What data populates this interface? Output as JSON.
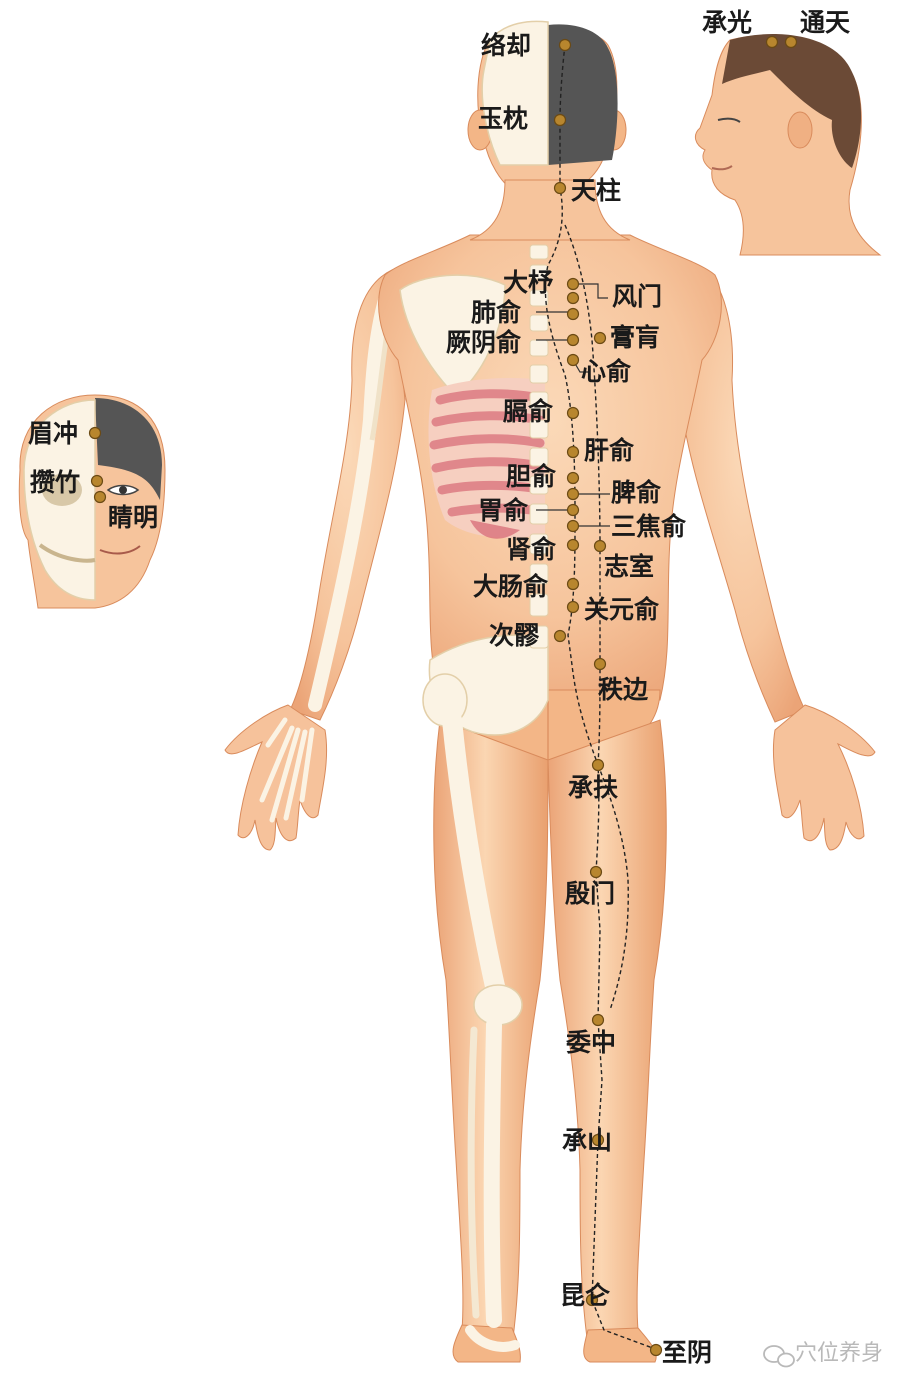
{
  "labels": {
    "luoque": "络却",
    "yuzhen": "玉枕",
    "tianzhu": "天柱",
    "chengguang": "承光",
    "tongtian": "通天",
    "meichong": "眉冲",
    "cuanzhu": "攒竹",
    "jingming": "睛明",
    "dazhu": "大杼",
    "fengmen": "风门",
    "feishu": "肺俞",
    "gaohuang": "膏肓",
    "jueyinshu": "厥阴俞",
    "xinshu": "心俞",
    "geshu": "膈俞",
    "ganshu": "肝俞",
    "danshu": "胆俞",
    "pishu": "脾俞",
    "weishu": "胃俞",
    "sanjiaoshu": "三焦俞",
    "shenshu": "肾俞",
    "zhishi": "志室",
    "dachangshu": "大肠俞",
    "guanyuanshu": "关元俞",
    "ciliao": "次髎",
    "zhibian": "秩边",
    "chengfu": "承扶",
    "yinmen": "殷门",
    "weizhong": "委中",
    "chengshan": "承山",
    "kunlun": "昆仑",
    "zhiyin": "至阴"
  },
  "watermark": "穴位养身",
  "colors": {
    "skin": "#f6c49c",
    "skin_dark": "#e9a26f",
    "bone": "#fbf3e4",
    "hair": "#555555",
    "acupoint": "#b8862e",
    "muscle": "#d9707a"
  },
  "icons": [
    "wechat-icon"
  ]
}
